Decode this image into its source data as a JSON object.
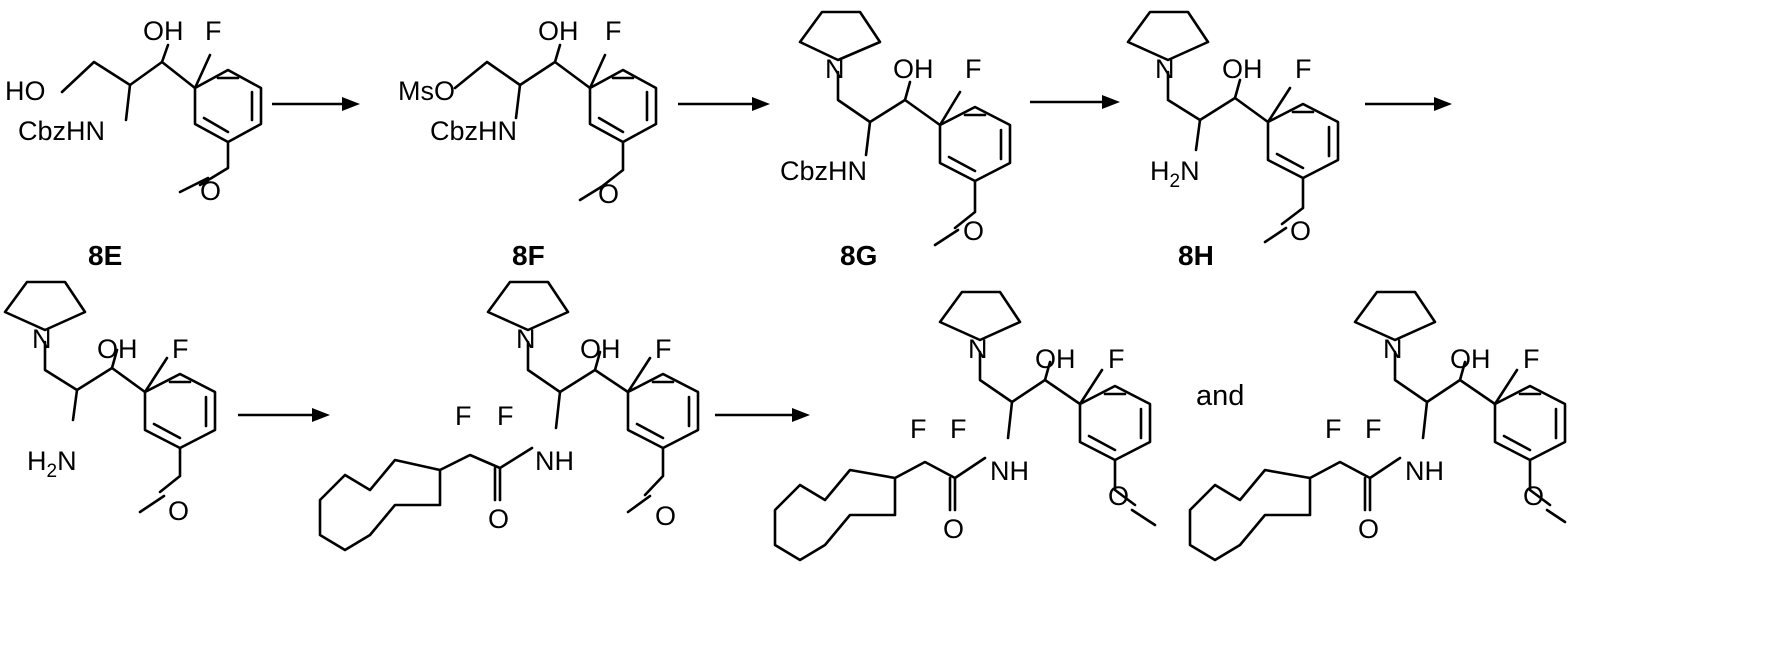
{
  "scheme": {
    "compounds": [
      {
        "id": "8E",
        "label": "8E"
      },
      {
        "id": "8F",
        "label": "8F"
      },
      {
        "id": "8G",
        "label": "8G"
      },
      {
        "id": "8H",
        "label": "8H"
      }
    ],
    "atoms": {
      "OH": "OH",
      "HO": "HO",
      "F": "F",
      "O": "O",
      "N": "N",
      "NH": "NH",
      "CbzHN": "CbzHN",
      "MsO": "MsO",
      "H": "H",
      "N_after_H2": "N",
      "sub2": "2"
    },
    "conjunction": "and"
  }
}
